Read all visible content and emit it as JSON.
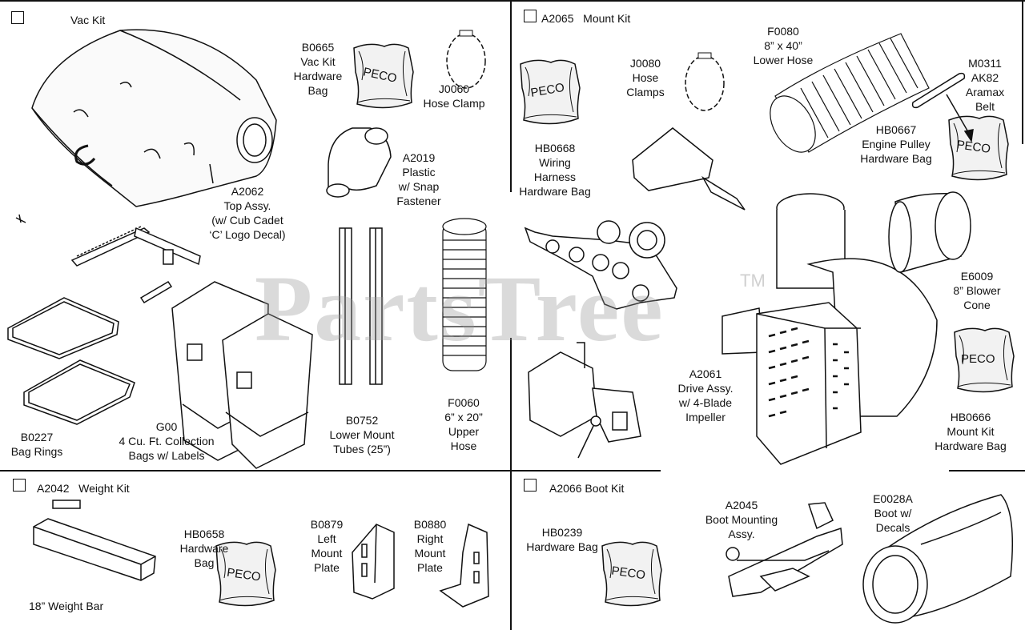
{
  "sections": {
    "vac_kit": "Vac Kit",
    "mount_kit": "A2065   Mount Kit",
    "weight_kit": "A2042   Weight Kit",
    "boot_kit": "A2066 Boot Kit"
  },
  "parts": {
    "b0665": "B0665\nVac Kit\nHardware\nBag",
    "j0060": "J0060\nHose Clamp",
    "a2062": "A2062\nTop Assy.\n(w/ Cub Cadet\n‘C’ Logo Decal)",
    "a2019": "A2019\nPlastic\nw/ Snap\nFastener",
    "b0227": "B0227\nBag Rings",
    "g_bags": "G00\n4 Cu. Ft. Collection\nBags w/ Labels",
    "b0752": "B0752\nLower Mount\nTubes (25”)",
    "f0060": "F0060\n6” x 20”\nUpper\nHose",
    "hb0668": "HB0668\nWiring\nHarness\nHardware Bag",
    "j0080": "J0080\nHose\nClamps",
    "f0080": "F0080\n8” x 40”\nLower Hose",
    "m0311": "M0311\nAK82\nAramax\nBelt",
    "hb0667": "HB0667\nEngine Pulley\nHardware Bag",
    "e6009": "E6009\n8” Blower\nCone",
    "a2061": "A2061\nDrive Assy.\nw/ 4-Blade\nImpeller",
    "hb0666": "HB0666\nMount Kit\nHardware Bag",
    "hb0658": "HB0658\nHardware\nBag",
    "b0879": "B0879\nLeft\nMount\nPlate",
    "b0880": "B0880\nRight\nMount\nPlate",
    "weight_bar": "18” Weight Bar",
    "hb0239": "HB0239\nHardware Bag",
    "a2045": "A2045\nBoot Mounting\nAssy.",
    "e0028a": "E0028A\nBoot w/\nDecals"
  },
  "bag_text": "PECO",
  "watermark": "PartsTree",
  "watermark_tm": "TM",
  "colors": {
    "ink": "#111111",
    "background": "#ffffff",
    "watermark": "#969696",
    "bag_fill": "#f2f2f2"
  }
}
